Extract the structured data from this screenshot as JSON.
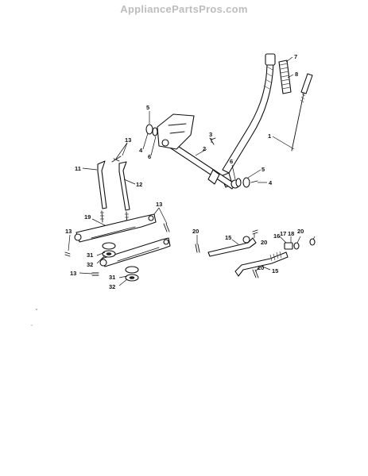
{
  "header": {
    "watermark": "AppliancePartsPros.com"
  },
  "diagram": {
    "callouts": [
      {
        "id": "c7a",
        "label": "7"
      },
      {
        "id": "c8",
        "label": "8"
      },
      {
        "id": "c1",
        "label": "1"
      },
      {
        "id": "c5a",
        "label": "5"
      },
      {
        "id": "c4a",
        "label": "4"
      },
      {
        "id": "c6a",
        "label": "6"
      },
      {
        "id": "c3",
        "label": "3"
      },
      {
        "id": "c2",
        "label": "2"
      },
      {
        "id": "c6b",
        "label": "6"
      },
      {
        "id": "c5b",
        "label": "5"
      },
      {
        "id": "c4b",
        "label": "4"
      },
      {
        "id": "c13a",
        "label": "13"
      },
      {
        "id": "c11",
        "label": "11"
      },
      {
        "id": "c12",
        "label": "12"
      },
      {
        "id": "c13b",
        "label": "13"
      },
      {
        "id": "c19",
        "label": "19"
      },
      {
        "id": "c13c",
        "label": "13"
      },
      {
        "id": "c31a",
        "label": "31"
      },
      {
        "id": "c32a",
        "label": "32"
      },
      {
        "id": "c13d",
        "label": "13"
      },
      {
        "id": "c31b",
        "label": "31"
      },
      {
        "id": "c32b",
        "label": "32"
      },
      {
        "id": "c20a",
        "label": "20"
      },
      {
        "id": "c15a",
        "label": "15"
      },
      {
        "id": "c20b",
        "label": "20"
      },
      {
        "id": "c16",
        "label": "16"
      },
      {
        "id": "c17",
        "label": "17"
      },
      {
        "id": "c18",
        "label": "18"
      },
      {
        "id": "c20c",
        "label": "20"
      },
      {
        "id": "c20d",
        "label": "20"
      },
      {
        "id": "c15b",
        "label": "15"
      }
    ]
  }
}
